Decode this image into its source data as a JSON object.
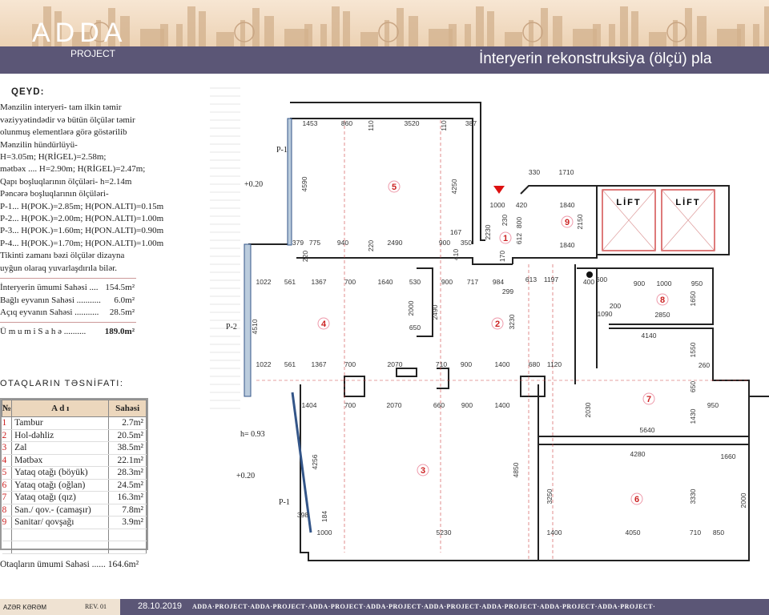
{
  "header": {
    "logo": "ADDA",
    "logo_sub": "PROJECT",
    "title": "İnteryerin rekonstruksiya (ölçü) pla"
  },
  "notes": {
    "heading": "QEYD:",
    "lines": [
      "Mənzilin interyeri- tam ilkin təmir",
      "vəziyyətindədir və bütün ölçülər təmir",
      "olunmuş elementlərə görə göstərilib",
      "Mənzilin hündürlüyü-",
      "H=3.05m; H(RİGEL)=2.58m;",
      "mətbəx .... H=2.90m; H(RİGEL)=2.47m;",
      "Qapı boşluqlarının ölçüləri- h=2.14m",
      "Pəncərə boşluqlarının ölçüləri-",
      "P-1... H(POK.)=2.85m; H(PON.ALTI)=0.15m",
      "P-2... H(POK.)=2.00m; H(PON.ALTI)=1.00m",
      "P-3... H(POK.)=1.60m; H(PON.ALTI)=0.90m",
      "P-4... H(POK.)=1.70m; H(PON.ALTI)=1.00m",
      "Tikinti zamanı bəzi ölçülər dizayna",
      "uyğun olaraq yuvarlaşdırıla bilər."
    ],
    "areas": [
      {
        "label": "İnteryerin ümumi Sahəsi ....",
        "value": "154.5m²"
      },
      {
        "label": "Bağlı eyvanın Sahəsi ...........",
        "value": "6.0m²"
      },
      {
        "label": "Açıq eyvanın Sahəsi ...........",
        "value": "28.5m²"
      }
    ],
    "total": {
      "label": "Ü m u m i   S a h ə ..........",
      "value": "189.0m²"
    }
  },
  "rooms_table": {
    "heading": "OTAQLARIN TƏSNİFATI:",
    "col_no": "№",
    "col_name": "A d ı",
    "col_area": "Sahəsi",
    "rows": [
      {
        "no": "1",
        "name": "Tambur",
        "area": "2.7m²"
      },
      {
        "no": "2",
        "name": "Hol-dəhliz",
        "area": "20.5m²"
      },
      {
        "no": "3",
        "name": "Zal",
        "area": "38.5m²"
      },
      {
        "no": "4",
        "name": "Mətbəx",
        "area": "22.1m²"
      },
      {
        "no": "5",
        "name": "Yataq otağı (böyük)",
        "area": "28.3m²"
      },
      {
        "no": "6",
        "name": "Yataq otağı (oğlan)",
        "area": "24.5m²"
      },
      {
        "no": "7",
        "name": "Yataq otağı (qız)",
        "area": "16.3m²"
      },
      {
        "no": "8",
        "name": "San./ qov.- (camaşır)",
        "area": "7.8m²"
      },
      {
        "no": "9",
        "name": "Sanitar/ qovşağı",
        "area": "3.9m²"
      }
    ],
    "total": "Otaqların ümumi Sahəsi ...... 164.6m²"
  },
  "plan": {
    "lift_label": "LİFT",
    "labels": [
      "P-1",
      "P-2",
      "P-1",
      "+0.20",
      "+0.20",
      "h= 0.93"
    ],
    "room_numbers": [
      "1",
      "2",
      "3",
      "4",
      "5",
      "6",
      "7",
      "8",
      "9"
    ],
    "dimensions": [
      "1453",
      "860",
      "110",
      "3520",
      "110",
      "387",
      "4590",
      "4250",
      "379",
      "775",
      "940",
      "2490",
      "900",
      "350",
      "167",
      "220",
      "220",
      "410",
      "2230",
      "1022",
      "561",
      "1367",
      "700",
      "1640",
      "530",
      "900",
      "717",
      "984",
      "613",
      "1197",
      "299",
      "3230",
      "2000",
      "2490",
      "650",
      "4510",
      "1022",
      "561",
      "1367",
      "700",
      "2070",
      "710",
      "900",
      "1400",
      "680",
      "1120",
      "1404",
      "700",
      "2070",
      "660",
      "900",
      "1400",
      "4140",
      "1550",
      "260",
      "650",
      "4256",
      "184",
      "398",
      "4850",
      "1000",
      "5230",
      "1400",
      "4050",
      "710",
      "850",
      "950",
      "5640",
      "4280",
      "1660",
      "1430",
      "2030",
      "3250",
      "3330",
      "2000",
      "330",
      "1710",
      "1000",
      "420",
      "1840",
      "1840",
      "2150",
      "1000",
      "950",
      "900",
      "1650",
      "2850",
      "1090",
      "200",
      "600",
      "400",
      "230",
      "612",
      "800",
      "170"
    ]
  },
  "footer": {
    "author": "AZƏR KƏRƏM",
    "rev": "REV. 01",
    "date": "28.10.2019",
    "repeat": "ADDA·PROJECT·ADDA·PROJECT·ADDA·PROJECT·ADDA·PROJECT·ADDA·PROJECT·ADDA·PROJECT·ADDA·PROJECT·ADDA·PROJECT·"
  }
}
